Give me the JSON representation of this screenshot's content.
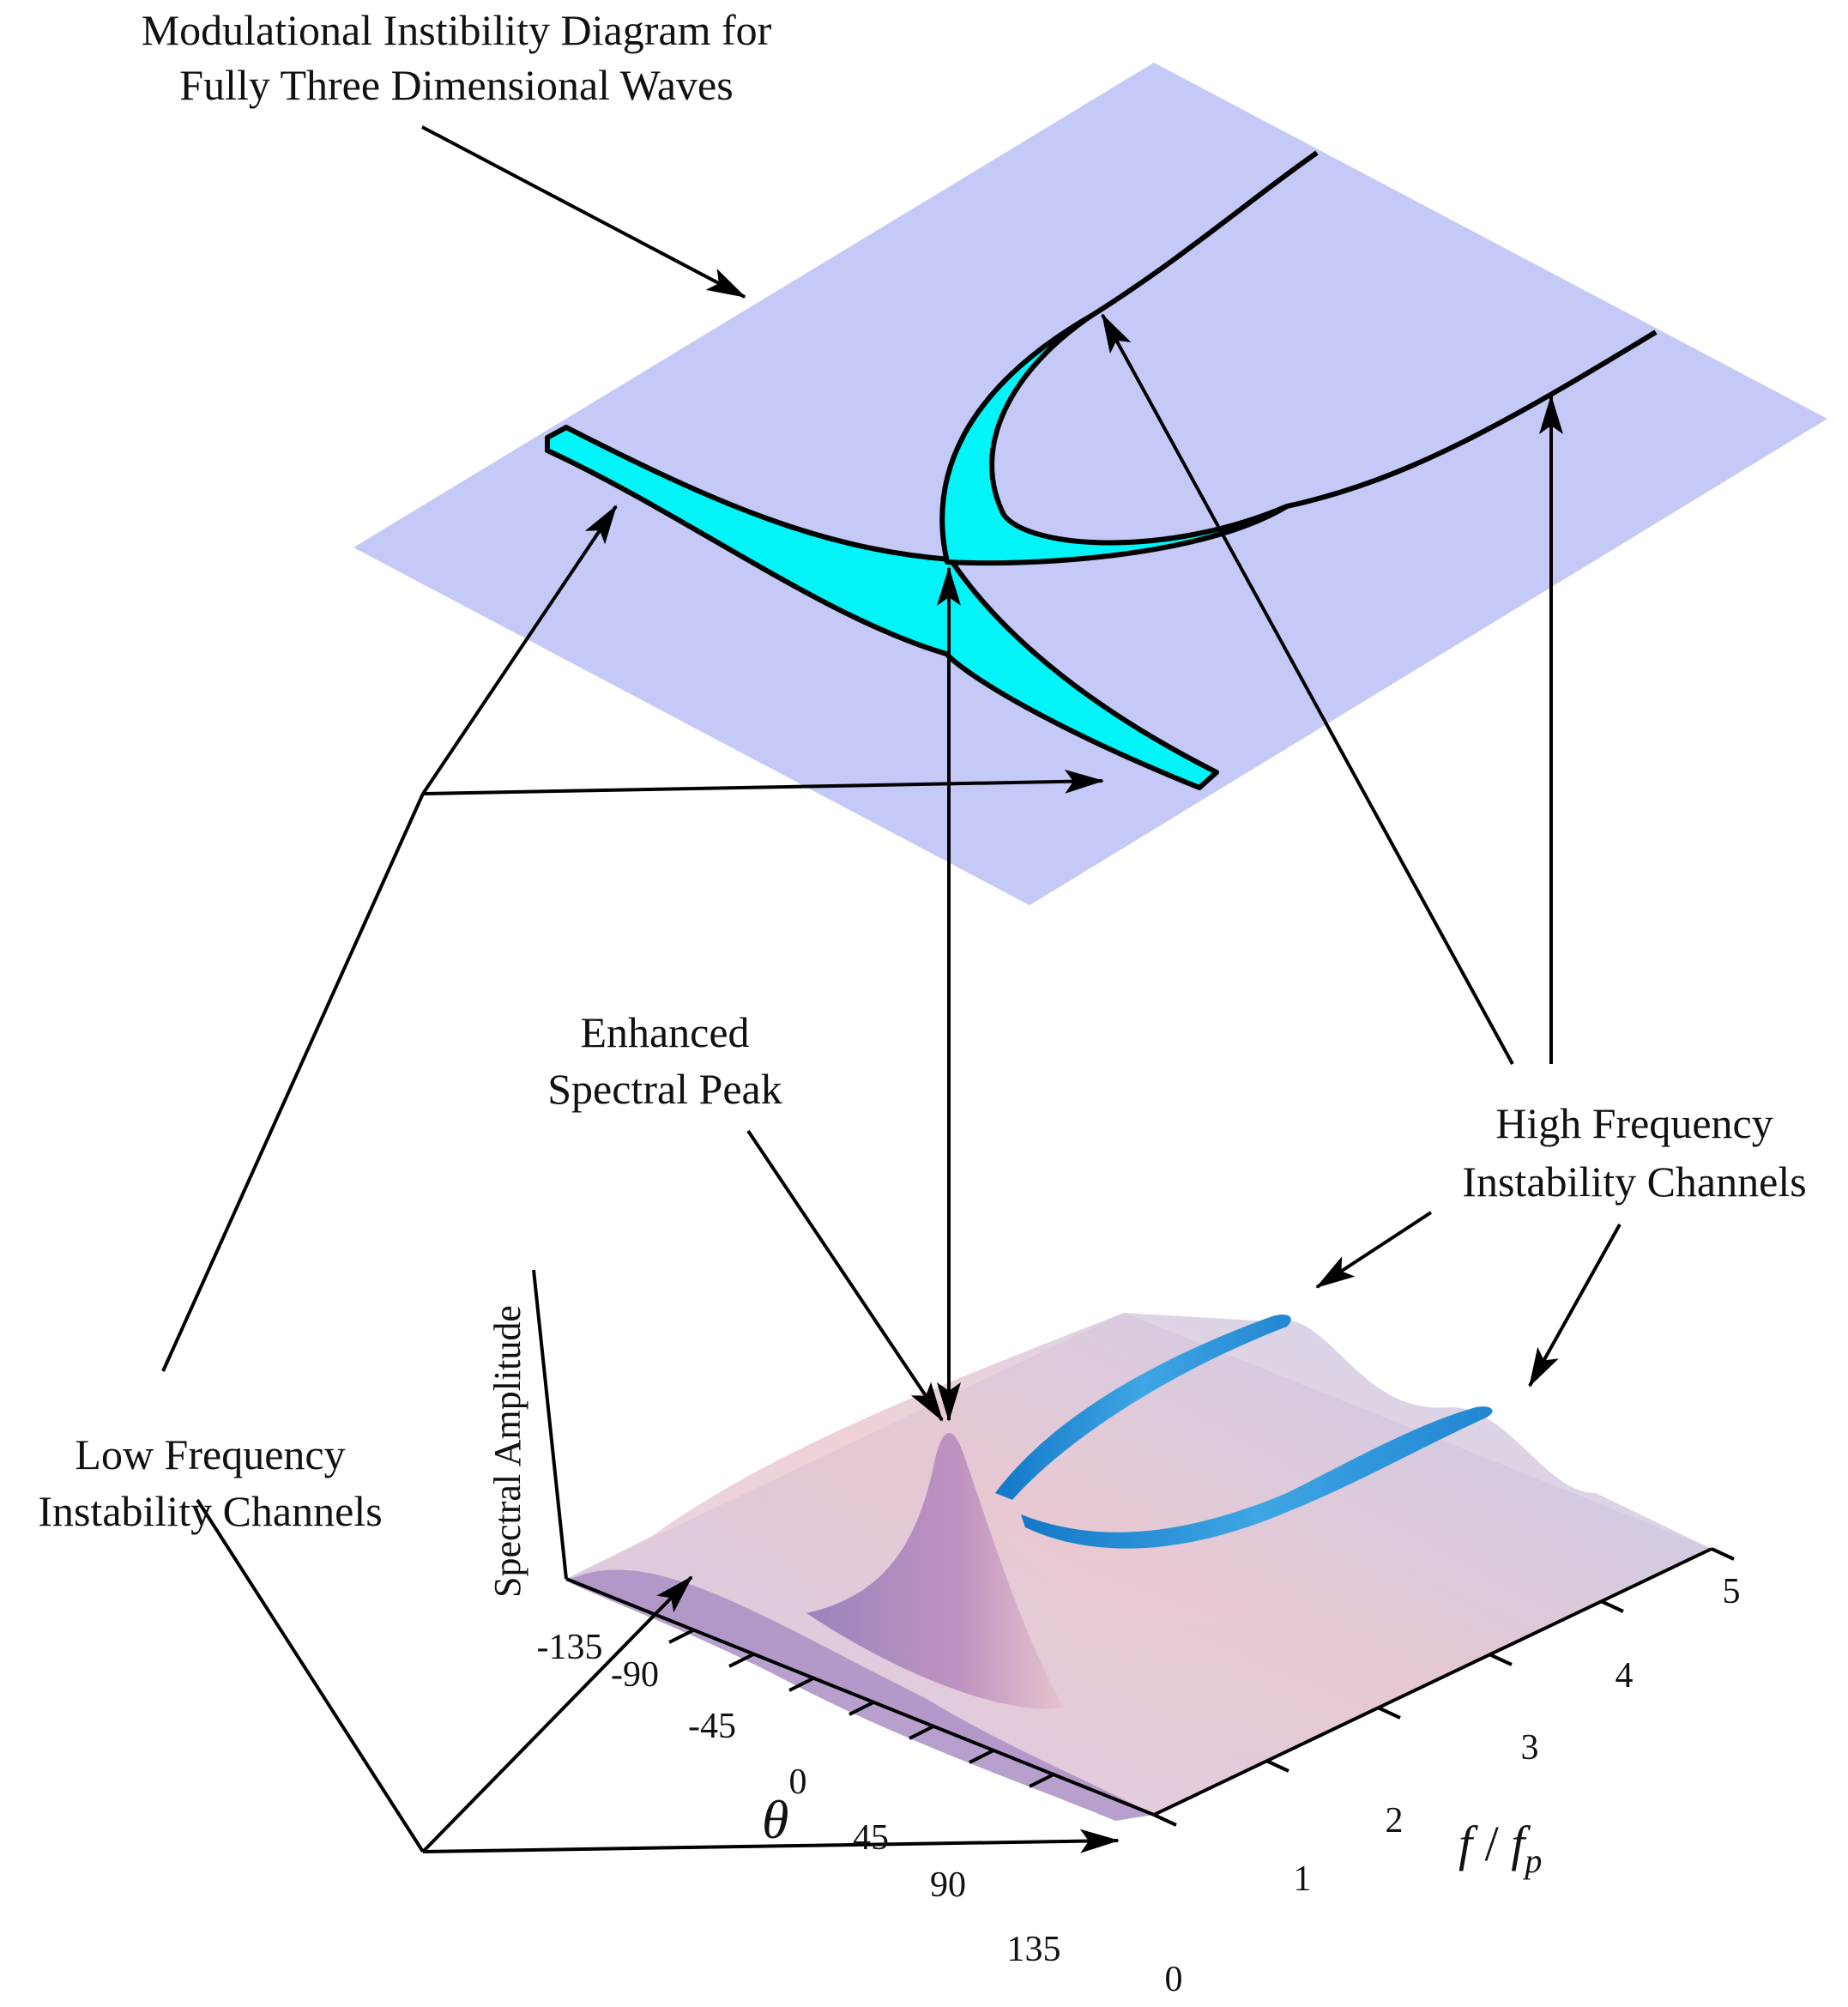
{
  "labels": {
    "diagram_title_line1": "Modulational Instibility Diagram for",
    "diagram_title_line2": "Fully Three Dimensional Waves",
    "peak_line1": "Enhanced",
    "peak_line2": "Spectral Peak",
    "high_line1": "High Frequency",
    "high_line2": "Instability Channels",
    "low_line1": "Low Frequency",
    "low_line2": "Instability Channels"
  },
  "axes": {
    "z_title": "Spectral Amplitude",
    "theta_symbol": "θ",
    "f_symbol": "f",
    "f_slash": " / ",
    "fp_symbol": "f",
    "fp_sub": "p",
    "theta_ticks": [
      "-135",
      "-90",
      "-45",
      "0",
      "45",
      "90",
      "135"
    ],
    "f_ticks": [
      "0",
      "1",
      "2",
      "3",
      "4",
      "5"
    ]
  },
  "colors": {
    "plane": "#c4c9f7",
    "instability_region": "#00f4f8",
    "outline": "#000000",
    "surface_base": "#b9c4ef",
    "surface_peak": "#b48ec2",
    "surface_warm": "#e8c2c9",
    "channel": "#1d86d4"
  }
}
